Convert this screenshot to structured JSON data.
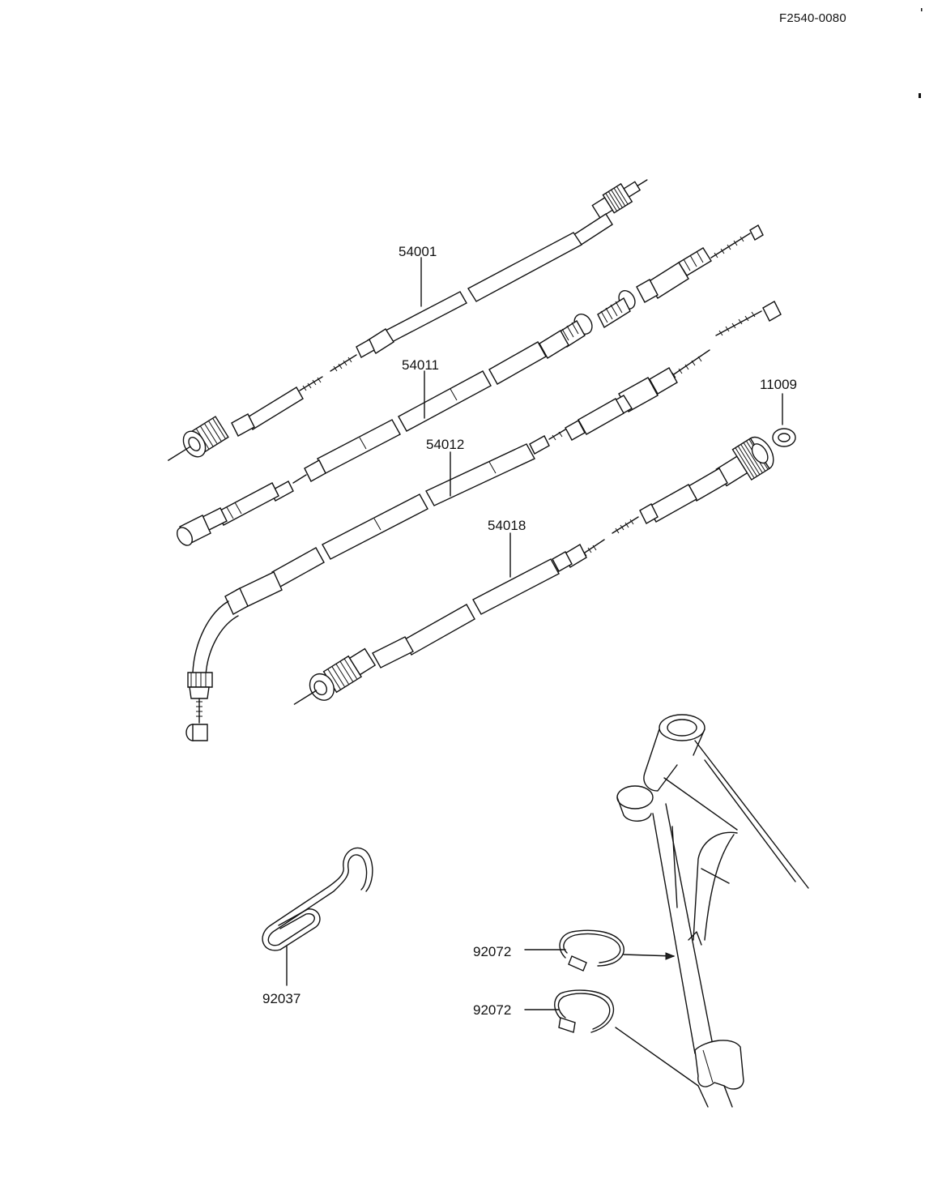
{
  "page_code": "F2540-0080",
  "parts": [
    {
      "number": "54001"
    },
    {
      "number": "54011"
    },
    {
      "number": "54012"
    },
    {
      "number": "54018"
    },
    {
      "number": "11009"
    },
    {
      "number": "92037"
    },
    {
      "number": "92072"
    },
    {
      "number": "92072"
    }
  ]
}
